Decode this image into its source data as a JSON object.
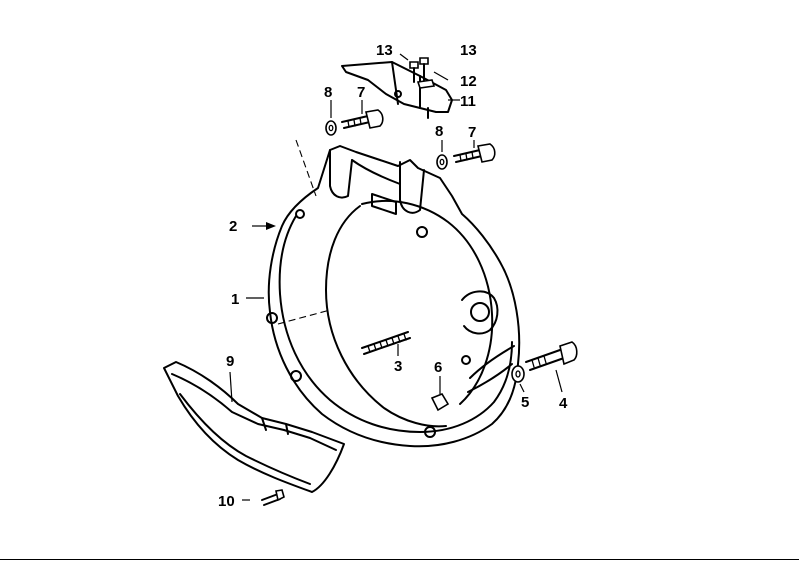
{
  "diagram": {
    "labels": {
      "p1": "1",
      "p2": "2",
      "p3": "3",
      "p4": "4",
      "p5": "5",
      "p6": "6",
      "p7a": "7",
      "p7b": "7",
      "p8a": "8",
      "p8b": "8",
      "p9": "9",
      "p10": "10",
      "p11": "11",
      "p12": "12",
      "p13a": "13",
      "p13b": "13"
    }
  }
}
